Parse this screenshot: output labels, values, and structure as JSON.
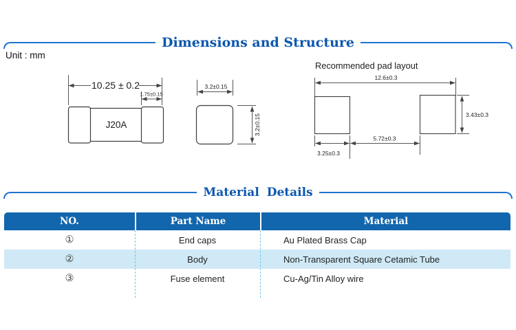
{
  "colors": {
    "title_blue": "#0c57ae",
    "divider_blue": "#1d72cf",
    "table_header_bg": "#1266ad",
    "table_alt_row_bg": "#cfe9f6",
    "dashed_separator": "#79c3ea"
  },
  "dimensions_section": {
    "title": "Dimensions and Structure",
    "unit_label": "Unit : mm",
    "fuse_side": {
      "part_label": "J20A",
      "overall_length": "10.25 ± 0.2",
      "cap_length": "1.75±0.15"
    },
    "fuse_end": {
      "width": "3.2±0.15",
      "height": "3.2±0.15"
    },
    "pad_layout": {
      "title": "Recommended pad layout",
      "overall_width": "12.6±0.3",
      "pad_height": "3.43±0.3",
      "pad_gap": "5.72±0.3",
      "pad_width": "3.25±0.3"
    }
  },
  "materials_section": {
    "title": "Material Details",
    "table": {
      "headers": [
        "NO.",
        "Part Name",
        "Material"
      ],
      "rows": [
        {
          "no": "①",
          "part_name": "End caps",
          "material": "Au Plated Brass Cap"
        },
        {
          "no": "②",
          "part_name": "Body",
          "material": "Non-Transparent Square Cetamic Tube"
        },
        {
          "no": "③",
          "part_name": "Fuse element",
          "material": "Cu-Ag/Tin Alloy wire"
        }
      ]
    }
  }
}
